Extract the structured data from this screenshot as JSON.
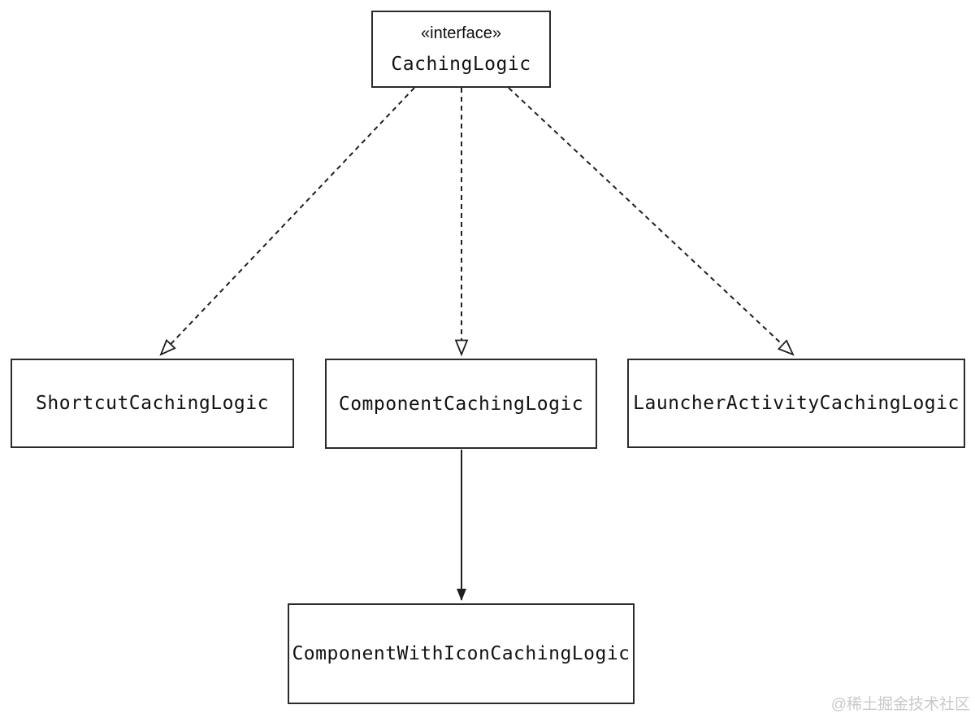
{
  "diagram": {
    "interface_node": {
      "stereotype": "«interface»",
      "name": "CachingLogic"
    },
    "implementations": [
      {
        "name": "ShortcutCachingLogic"
      },
      {
        "name": "ComponentCachingLogic"
      },
      {
        "name": "LauncherActivityCachingLogic"
      }
    ],
    "subclass_node": {
      "name": "ComponentWithIconCachingLogic"
    },
    "relations": [
      {
        "from": "CachingLogic",
        "to": "ShortcutCachingLogic",
        "line": "dashed",
        "arrowhead": "hollow-triangle",
        "arrow_at": "ShortcutCachingLogic"
      },
      {
        "from": "CachingLogic",
        "to": "ComponentCachingLogic",
        "line": "dashed",
        "arrowhead": "hollow-triangle",
        "arrow_at": "ComponentCachingLogic"
      },
      {
        "from": "CachingLogic",
        "to": "LauncherActivityCachingLogic",
        "line": "dashed",
        "arrowhead": "hollow-triangle",
        "arrow_at": "LauncherActivityCachingLogic"
      },
      {
        "from": "ComponentCachingLogic",
        "to": "ComponentWithIconCachingLogic",
        "line": "solid",
        "arrowhead": "filled-triangle",
        "arrow_at": "ComponentWithIconCachingLogic"
      }
    ]
  },
  "colors": {
    "background": "#ffffff",
    "box_border": "#2b2b2b",
    "line": "#1f1f1f",
    "text": "#121212",
    "watermark": "#c9c9c9"
  },
  "watermark": {
    "text": "@稀土掘金技术社区"
  }
}
